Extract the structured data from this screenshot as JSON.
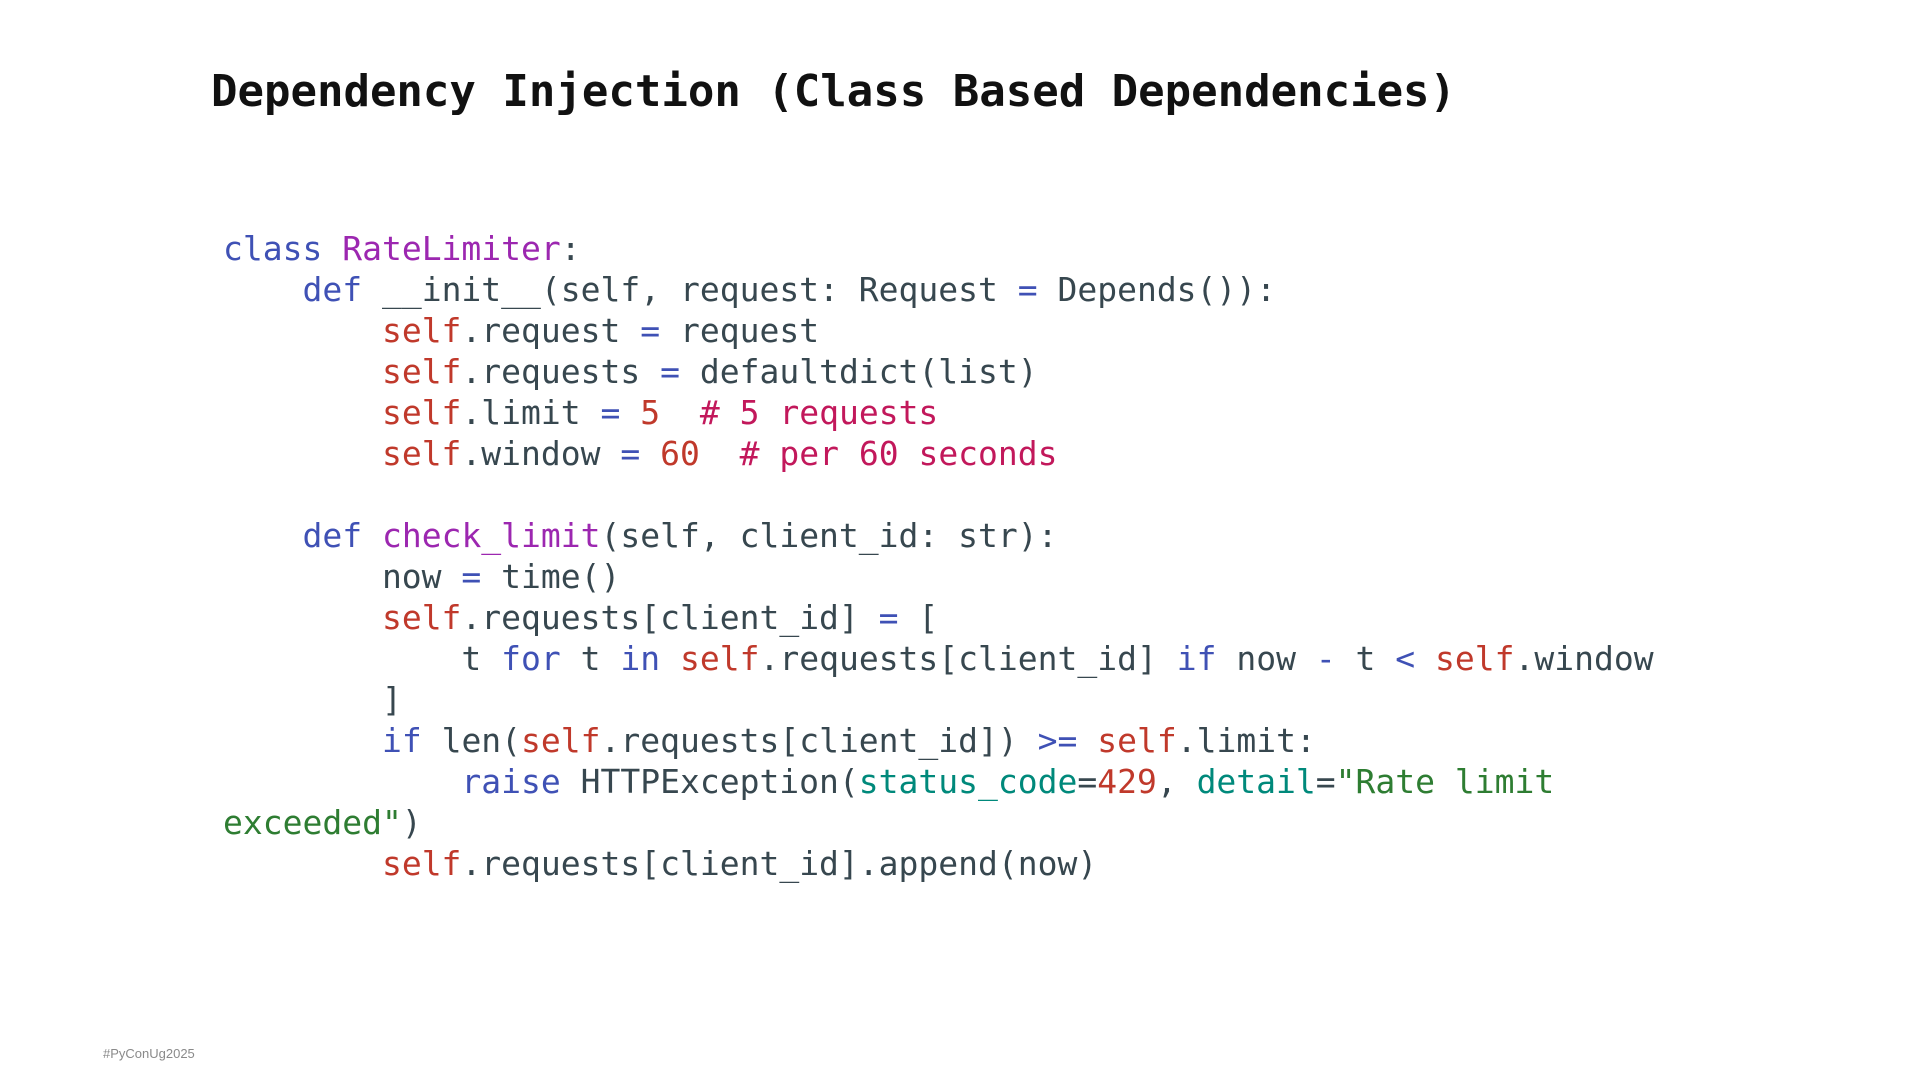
{
  "slide": {
    "title": "Dependency Injection (Class Based Dependencies)",
    "footer_tag": "#PyConUg2025"
  },
  "code": {
    "language": "python",
    "lines": [
      [
        [
          "class",
          "kw"
        ],
        [
          " ",
          "plain"
        ],
        [
          "RateLimiter",
          "name"
        ],
        [
          ":",
          "plain"
        ]
      ],
      [
        [
          "    ",
          "plain"
        ],
        [
          "def",
          "kw"
        ],
        [
          " __init__(self, request: Request ",
          "plain"
        ],
        [
          "=",
          "op"
        ],
        [
          " Depends()):",
          "plain"
        ]
      ],
      [
        [
          "        ",
          "plain"
        ],
        [
          "self",
          "self"
        ],
        [
          ".request ",
          "plain"
        ],
        [
          "=",
          "op"
        ],
        [
          " request",
          "plain"
        ]
      ],
      [
        [
          "        ",
          "plain"
        ],
        [
          "self",
          "self"
        ],
        [
          ".requests ",
          "plain"
        ],
        [
          "=",
          "op"
        ],
        [
          " defaultdict(list)",
          "plain"
        ]
      ],
      [
        [
          "        ",
          "plain"
        ],
        [
          "self",
          "self"
        ],
        [
          ".limit ",
          "plain"
        ],
        [
          "=",
          "op"
        ],
        [
          " ",
          "plain"
        ],
        [
          "5",
          "num"
        ],
        [
          "  ",
          "plain"
        ],
        [
          "# 5 requests",
          "comment"
        ]
      ],
      [
        [
          "        ",
          "plain"
        ],
        [
          "self",
          "self"
        ],
        [
          ".window ",
          "plain"
        ],
        [
          "=",
          "op"
        ],
        [
          " ",
          "plain"
        ],
        [
          "60",
          "num"
        ],
        [
          "  ",
          "plain"
        ],
        [
          "# per 60 seconds",
          "comment"
        ]
      ],
      [],
      [
        [
          "    ",
          "plain"
        ],
        [
          "def",
          "kw"
        ],
        [
          " ",
          "plain"
        ],
        [
          "check_limit",
          "name"
        ],
        [
          "(self, client_id: str):",
          "plain"
        ]
      ],
      [
        [
          "        now ",
          "plain"
        ],
        [
          "=",
          "op"
        ],
        [
          " time()",
          "plain"
        ]
      ],
      [
        [
          "        ",
          "plain"
        ],
        [
          "self",
          "self"
        ],
        [
          ".requests[client_id] ",
          "plain"
        ],
        [
          "=",
          "op"
        ],
        [
          " [",
          "plain"
        ]
      ],
      [
        [
          "            t ",
          "plain"
        ],
        [
          "for",
          "kw"
        ],
        [
          " t ",
          "plain"
        ],
        [
          "in",
          "kw"
        ],
        [
          " ",
          "plain"
        ],
        [
          "self",
          "self"
        ],
        [
          ".requests[client_id] ",
          "plain"
        ],
        [
          "if",
          "kw"
        ],
        [
          " now ",
          "plain"
        ],
        [
          "-",
          "op"
        ],
        [
          " t ",
          "plain"
        ],
        [
          "<",
          "op"
        ],
        [
          " ",
          "plain"
        ],
        [
          "self",
          "self"
        ],
        [
          ".window",
          "plain"
        ]
      ],
      [
        [
          "        ]",
          "plain"
        ]
      ],
      [
        [
          "        ",
          "plain"
        ],
        [
          "if",
          "kw"
        ],
        [
          " len(",
          "plain"
        ],
        [
          "self",
          "self"
        ],
        [
          ".requests[client_id]) ",
          "plain"
        ],
        [
          ">=",
          "op"
        ],
        [
          " ",
          "plain"
        ],
        [
          "self",
          "self"
        ],
        [
          ".limit:",
          "plain"
        ]
      ],
      [
        [
          "            ",
          "plain"
        ],
        [
          "raise",
          "kw"
        ],
        [
          " HTTPException(",
          "plain"
        ],
        [
          "status_code",
          "kwarg"
        ],
        [
          "=",
          "plain"
        ],
        [
          "429",
          "num"
        ],
        [
          ", ",
          "plain"
        ],
        [
          "detail",
          "kwarg"
        ],
        [
          "=",
          "plain"
        ],
        [
          "\"Rate limit",
          "str"
        ]
      ],
      [
        [
          "exceeded\"",
          "str"
        ],
        [
          ")",
          "plain"
        ]
      ],
      [
        [
          "        ",
          "plain"
        ],
        [
          "self",
          "self"
        ],
        [
          ".requests[client_id].append(now)",
          "plain"
        ]
      ]
    ]
  },
  "syntax_colors": {
    "plain": "#37474f",
    "kw": "#3f51b5",
    "op": "#3f51b5",
    "name": "#9c27b0",
    "self": "#c0392b",
    "num": "#c0392b",
    "comment": "#c2185b",
    "kwarg": "#00897b",
    "str": "#2e7d32"
  }
}
